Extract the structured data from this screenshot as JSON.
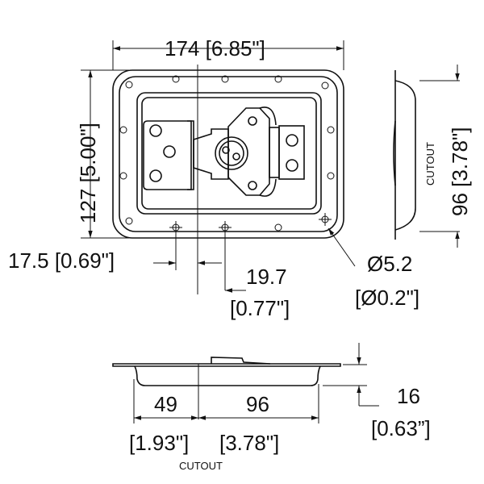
{
  "front_view": {
    "width_dim": "174 [6.85\"]",
    "height_dim": "127 [5.00\"]",
    "offset_dim_left": "17.5 [0.69\"]",
    "offset_dim_mid_mm": "19.7",
    "offset_dim_mid_in": "[0.77\"]",
    "hole_dim_mm": "Ø5.2",
    "hole_dim_in": "[Ø0.2\"]"
  },
  "side_view": {
    "cutout_label": "CUTOUT",
    "cutout_dim": "96 [3.78\"]"
  },
  "bottom_view": {
    "left_dim_mm": "49",
    "left_dim_in": "[1.93\"]",
    "right_dim_mm": "96",
    "right_dim_in": "[3.78\"]",
    "cutout_label": "CUTOUT",
    "depth_dim_mm": "16",
    "depth_dim_in": "[0.63”]"
  }
}
